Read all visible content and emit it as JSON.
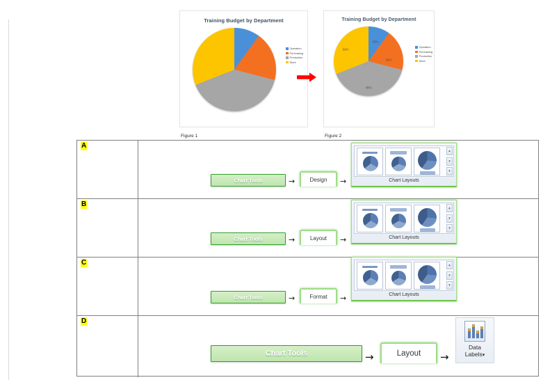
{
  "figures": {
    "chart_title": "Training Budget by Department",
    "caption_1": "Figure 1",
    "caption_2": "Figure 2",
    "arrow": "red-right-arrow"
  },
  "chart_data": [
    {
      "type": "pie",
      "title": "Training Budget by Department",
      "caption": "Figure 1",
      "categories": [
        "Operation",
        "Purchasing",
        "Production",
        "Store"
      ],
      "values": [
        10,
        19,
        40,
        31
      ],
      "colors": [
        "#4a90d9",
        "#f37021",
        "#a6a6a6",
        "#fdc500"
      ],
      "data_labels": false,
      "legend": [
        "Operation",
        "Purchasing",
        "Production",
        "Store"
      ],
      "legend_position": "right",
      "xlabel": "",
      "ylabel": ""
    },
    {
      "type": "pie",
      "title": "Training Budget by Department",
      "caption": "Figure 2",
      "categories": [
        "Operation",
        "Purchasing",
        "Production",
        "Store"
      ],
      "values": [
        10,
        19,
        40,
        31
      ],
      "colors": [
        "#4a90d9",
        "#f37021",
        "#a6a6a6",
        "#fdc500"
      ],
      "data_labels": true,
      "data_label_text": [
        "10%",
        "19%",
        "40%",
        "31%"
      ],
      "legend": [
        "Operation",
        "Purchasing",
        "Production",
        "Store"
      ],
      "legend_position": "right",
      "xlabel": "",
      "ylabel": ""
    }
  ],
  "answers": {
    "gallery_caption": "Chart Layouts",
    "chart_tools_label": "Chart Tools",
    "options": [
      {
        "letter": "A",
        "tab": "Design",
        "target": "Chart Layouts"
      },
      {
        "letter": "B",
        "tab": "Layout",
        "target": "Chart Layouts"
      },
      {
        "letter": "C",
        "tab": "Format",
        "target": "Chart Layouts"
      },
      {
        "letter": "D",
        "tab": "Layout",
        "target": "Data Labels"
      }
    ],
    "data_labels_line1": "Data",
    "data_labels_line2": "Labels",
    "data_labels_caret": "▾",
    "arrow_glyph": "→",
    "scroll_up": "▴",
    "scroll_down": "▾",
    "scroll_more": "▾"
  }
}
